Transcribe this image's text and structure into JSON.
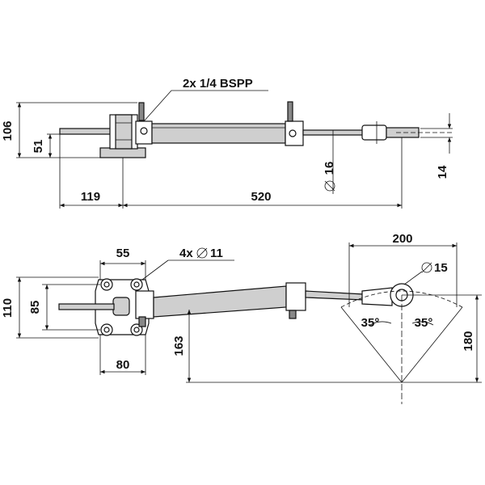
{
  "labels": {
    "port": "2x 1/4 BSPP",
    "holes": "4x",
    "holes_dia": "11",
    "rod_dia": "16",
    "eye_dia": "15",
    "dim_106": "106",
    "dim_51": "51",
    "dim_14": "14",
    "dim_119": "119",
    "dim_520": "520",
    "dim_55": "55",
    "dim_110": "110",
    "dim_85": "85",
    "dim_80": "80",
    "dim_163": "163",
    "dim_200": "200",
    "dim_180": "180",
    "angle_left": "35°",
    "angle_right": "35°"
  },
  "colors": {
    "line": "#111111",
    "body_fill": "#cfcfcf",
    "dark_fill": "#888888"
  }
}
